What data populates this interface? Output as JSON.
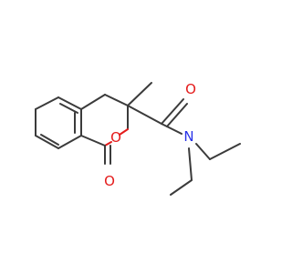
{
  "molecule": {
    "atoms": {
      "carbonyl_oxygen_amide": "O",
      "amide_nitrogen": "N",
      "ring_oxygen": "O",
      "lactone_carbonyl_oxygen": "O"
    },
    "colors": {
      "bond": "#3b3b3b",
      "oxygen": "#e41b1b",
      "nitrogen": "#2832e8",
      "background": "#ffffff"
    }
  }
}
